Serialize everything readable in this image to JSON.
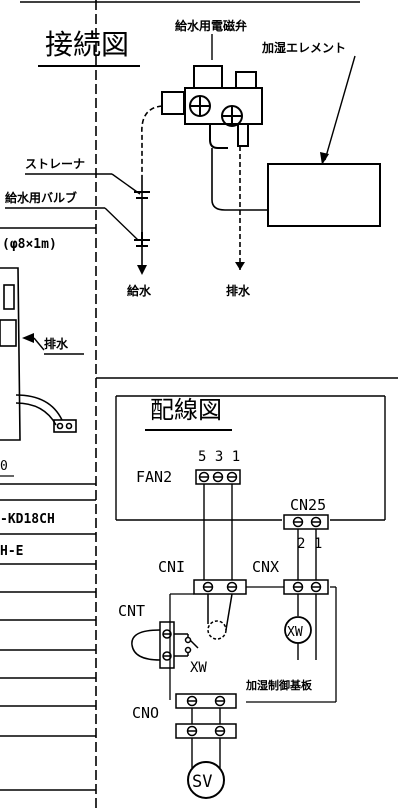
{
  "connection": {
    "title": "接続図",
    "solenoid_valve_label": "給水用電磁弁",
    "element_label": "加湿エレメント",
    "strainer_label": "ストレーナ",
    "supply_valve_label": "給水用バルブ",
    "supply_water_label": "給水",
    "drain_water_label": "排水"
  },
  "left_panel": {
    "pipe_spec": "(φ8×1m)",
    "drain_label": "排水",
    "table_cells": [
      "-KD18CH",
      "H-E"
    ],
    "dim_fragment": "0"
  },
  "wiring": {
    "title": "配線図",
    "fan2": {
      "label": "FAN2",
      "pins": "5 3 1"
    },
    "cn25": {
      "label": "CN25",
      "pins": "2 1"
    },
    "cni_label": "CNI",
    "cnx_label": "CNX",
    "cnt_label": "CNT",
    "cno_label": "CNO",
    "xw_label": "XW",
    "xw_coil_label": "XW",
    "board_label": "加湿制御基板",
    "sv_label": "SV"
  }
}
